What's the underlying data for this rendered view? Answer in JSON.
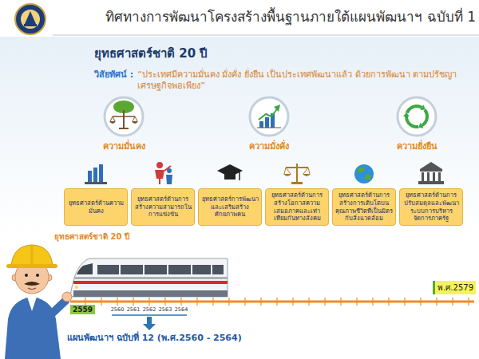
{
  "diagram": {
    "title": "ทิศทางการพัฒนาโครงสร้างพื้นฐานภายใต้แผนพัฒนาฯ ฉบับที่ 1",
    "nodes": [
      {
        "text": [
          "ความมั่นคง"
        ]
      },
      {
        "text": [
          "ความมั่งคั่ง"
        ]
      },
      {
        "text": [
          "ความยั่งยืน"
        ]
      },
      {
        "text": [
          "ยุทธศาสตร์ด้านความมั่นคง"
        ]
      },
      {
        "text": [
          "ยุทธศาสตร์ด้านการสร้างความสามารถในการแข่งขัน"
        ]
      },
      {
        "text": [
          "ยุทธศาสตร์การพัฒนาและเสริมสร้างศักยภาพคน"
        ]
      },
      {
        "text": [
          "ยุทธศาสตร์ด้านการสร้างโอกาสความเสมอภาคและเท่าเทียมกันทางสังคม"
        ]
      },
      {
        "text": [
          "ยุทธศาสตร์ด้านการสร้างการเติบโตบนคุณภาพชีวิตที่เป็นมิตรกับสิ่งแวดล้อม"
        ]
      },
      {
        "text": [
          "ยุทธศาสตร์ด้านการปรับสมดุลและพัฒนาระบบการบริหารจัดการภาครัฐ"
        ]
      },
      {
        "text": [
          "2559"
        ]
      },
      {
        "text": [
          "พ.ศ.2579"
        ]
      }
    ],
    "labels": [
      "ยุทธศาสตร์ชาติ 20 ปี",
      "วิสัยทัศน์ :",
      "“ประเทศมีความมั่นคง มั่งคั่ง ยั่งยืน เป็นประเทศพัฒนาแล้ว ด้วยการพัฒนา ตามปรัชญาเศรษฐกิจพอเพียง”",
      "ยุทธศาสตร์ชาติ 20 ปี",
      "2560",
      "2561",
      "2562",
      "2563",
      "2564",
      "แผนพัฒนาฯ ฉบับที่ 12 (พ.ศ.2560 - 2564)"
    ]
  }
}
